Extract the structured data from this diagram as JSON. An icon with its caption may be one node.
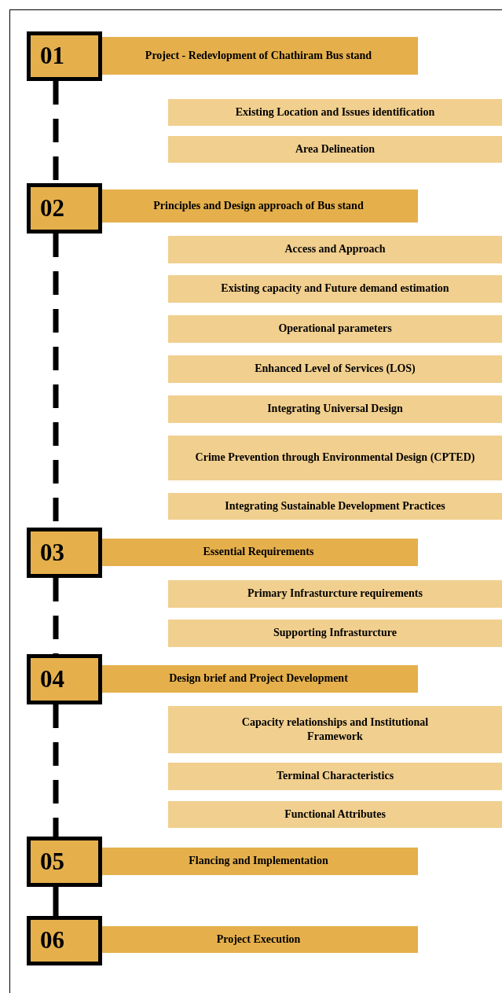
{
  "diagram": {
    "nodes": [
      {
        "text": [
          "01"
        ]
      },
      {
        "text": [
          "Project - Redevlopment of Chathiram Bus stand"
        ]
      },
      {
        "text": [
          "Existing Location and Issues identification"
        ]
      },
      {
        "text": [
          "Area Delineation"
        ]
      },
      {
        "text": [
          "02"
        ]
      },
      {
        "text": [
          "Principles and Design approach of Bus stand"
        ]
      },
      {
        "text": [
          "Access and Approach"
        ]
      },
      {
        "text": [
          "Existing capacity and Future demand estimation"
        ]
      },
      {
        "text": [
          "Operational parameters"
        ]
      },
      {
        "text": [
          "Enhanced Level of Services (LOS)"
        ]
      },
      {
        "text": [
          "Integrating Universal Design"
        ]
      },
      {
        "text": [
          "Crime Prevention through Environmental Design (CPTED)"
        ]
      },
      {
        "text": [
          "Integrating Sustainable Development Practices"
        ]
      },
      {
        "text": [
          "03"
        ]
      },
      {
        "text": [
          "Essential Requirements"
        ]
      },
      {
        "text": [
          "Primary Infrasturcture requirements"
        ]
      },
      {
        "text": [
          "Supporting Infrasturcture"
        ]
      },
      {
        "text": [
          "04"
        ]
      },
      {
        "text": [
          "Design brief and Project Development"
        ]
      },
      {
        "text": [
          "Capacity relationships and Institutional Framework"
        ]
      },
      {
        "text": [
          "Terminal Characteristics"
        ]
      },
      {
        "text": [
          "Functional Attributes"
        ]
      },
      {
        "text": [
          "05"
        ]
      },
      {
        "text": [
          "Flancing and Implementation"
        ]
      },
      {
        "text": [
          "06"
        ]
      },
      {
        "text": [
          "Project Execution"
        ]
      }
    ],
    "edges": [
      {
        "from": 0,
        "to": 4,
        "arrow": "none",
        "style": "dashed"
      },
      {
        "from": 4,
        "to": 13,
        "arrow": "none",
        "style": "dashed"
      },
      {
        "from": 13,
        "to": 17,
        "arrow": "none",
        "style": "dashed"
      },
      {
        "from": 17,
        "to": 22,
        "arrow": "none",
        "style": "dashed"
      },
      {
        "from": 22,
        "to": 24,
        "arrow": "none"
      }
    ]
  }
}
